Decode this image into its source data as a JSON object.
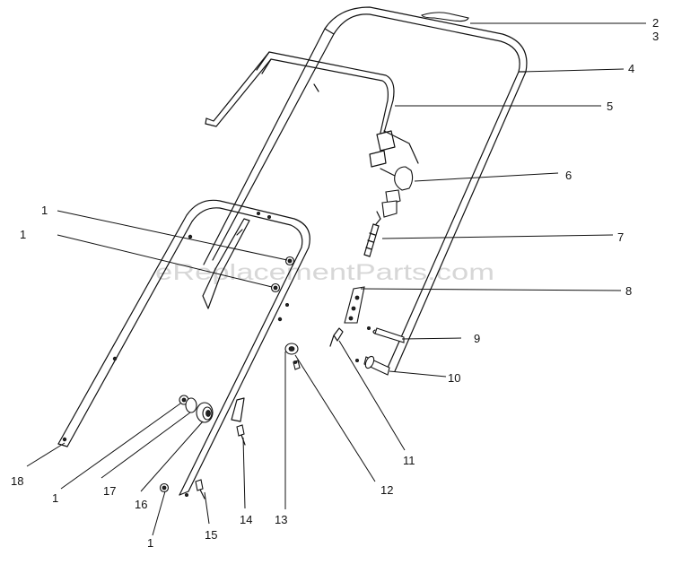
{
  "watermark": "eReplacementParts.com",
  "callouts": [
    "1",
    "1",
    "1",
    "1",
    "2",
    "3",
    "4",
    "5",
    "6",
    "7",
    "8",
    "9",
    "10",
    "11",
    "12",
    "13",
    "14",
    "15",
    "16",
    "17",
    "18"
  ]
}
